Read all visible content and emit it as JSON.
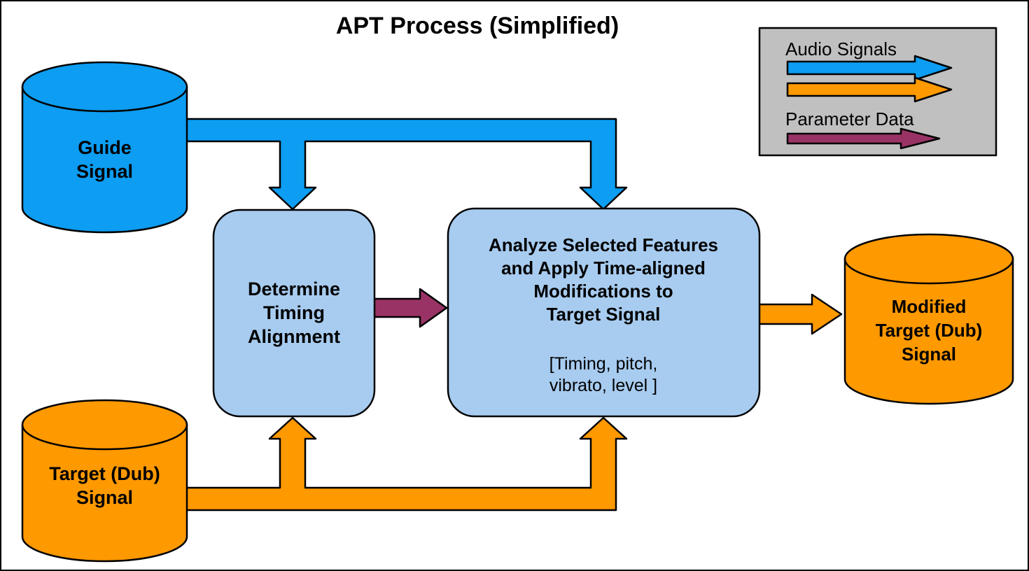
{
  "title": "APT Process (Simplified)",
  "colors": {
    "audio_signal_blue": "#0d9df2",
    "audio_signal_orange": "#ff9900",
    "parameter_purple": "#993366",
    "process_box_fill": "#a8ccf0",
    "legend_background": "#c0c0c0"
  },
  "legend": {
    "audio_signals_label": "Audio Signals",
    "parameter_data_label": "Parameter Data"
  },
  "nodes": {
    "guide": {
      "label": "Guide\nSignal"
    },
    "target": {
      "label": "Target (Dub)\nSignal"
    },
    "determine": {
      "label": "Determine\nTiming\nAlignment"
    },
    "analyze": {
      "label": "Analyze Selected Features\nand Apply Time-aligned\nModifications to\nTarget Signal",
      "sublabel": "[Timing, pitch,\nvibrato, level ]"
    },
    "modified": {
      "label": "Modified\nTarget (Dub)\nSignal"
    }
  }
}
